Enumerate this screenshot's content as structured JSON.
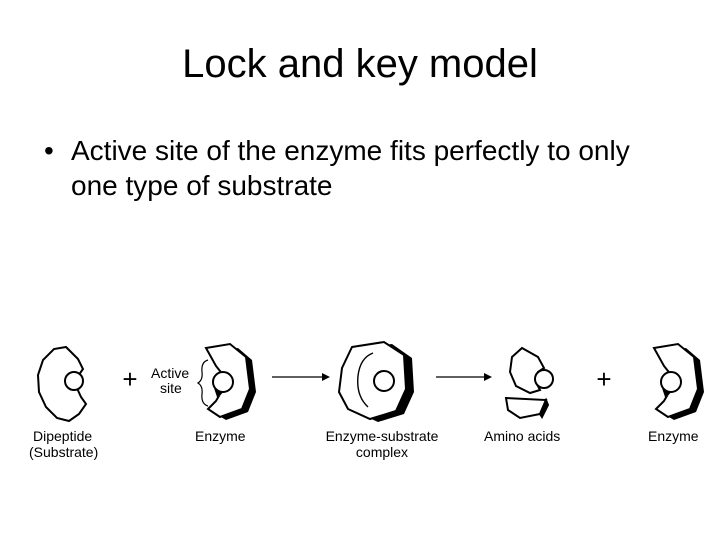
{
  "slide": {
    "title": "Lock and key model",
    "bullets": [
      {
        "symbol": "•",
        "text": "Active site of the enzyme fits perfectly to only one type of substrate"
      }
    ]
  },
  "diagram": {
    "labels": {
      "active_site_line1": "Active",
      "active_site_line2": "site",
      "dipeptide": "Dipeptide",
      "substrate": "(Substrate)",
      "enzyme_1": "Enzyme",
      "complex_line1": "Enzyme-substrate",
      "complex_line2": "complex",
      "amino_acids": "Amino acids",
      "enzyme_2": "Enzyme"
    },
    "operators": {
      "plus_1": "+",
      "plus_2": "+"
    }
  }
}
